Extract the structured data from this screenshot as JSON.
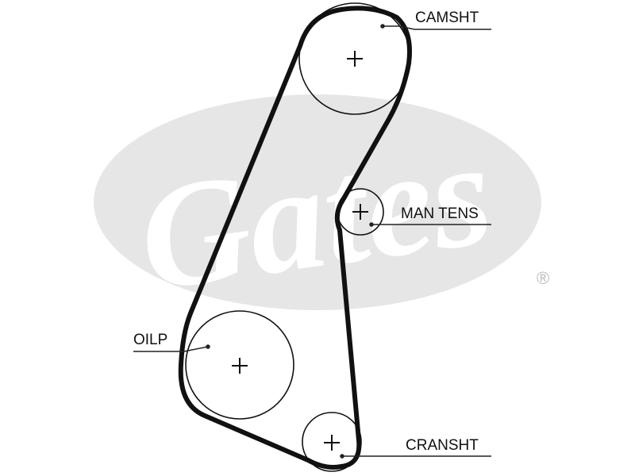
{
  "watermark": {
    "brand": "Gates",
    "registered_mark": "®",
    "color": "#e8e8e8"
  },
  "labels": {
    "camshaft": "CAMSHT",
    "tensioner": "MAN TENS",
    "oil_pump": "OILP",
    "crankshaft": "CRANSHT"
  },
  "colors": {
    "belt": "#111111",
    "pulley": "#111111",
    "leader": "#222222"
  }
}
